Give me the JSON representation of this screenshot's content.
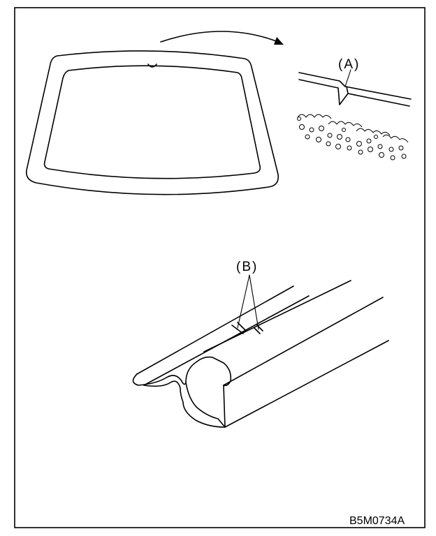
{
  "figure": {
    "callouts": {
      "a": "(A)",
      "b": "(B)"
    },
    "code": "B5M0734A"
  }
}
